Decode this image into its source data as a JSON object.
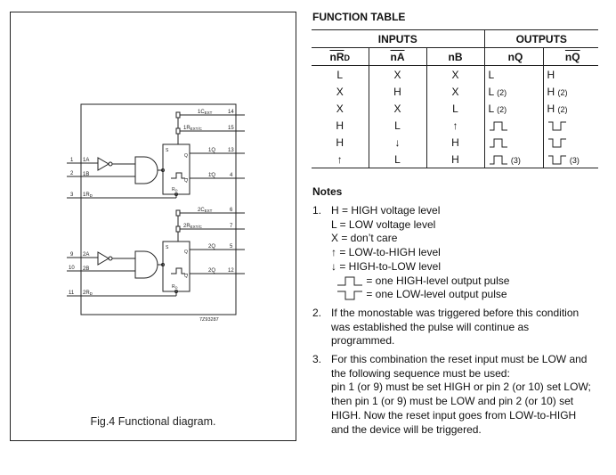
{
  "figure": {
    "caption": "Fig.4 Functional diagram.",
    "code": "7Z93287",
    "pins": {
      "p14": "14",
      "p15": "15",
      "p13": "13",
      "p4": "4",
      "p1": "1",
      "p2": "2",
      "p3": "3",
      "p6": "6",
      "p7": "7",
      "p5": "5",
      "p12": "12",
      "p9": "9",
      "p10": "10",
      "p11": "11"
    },
    "labels": {
      "cext1": "1C",
      "cext_sub": "EXT",
      "rext1": "1R",
      "rcext_sub": "EXT/C",
      "q1": "1Q",
      "qbar1": "1Q",
      "a1": "1A",
      "b1": "1B",
      "rd1": "1R",
      "d_sub": "D",
      "cext2": "2C",
      "rext2": "2R",
      "q2": "2Q",
      "qbar2": "2Q",
      "a2": "2A",
      "b2": "2B",
      "rd2": "2R",
      "s": "S",
      "q": "Q",
      "qb": "Q",
      "rd": "R"
    }
  },
  "function_table": {
    "title": "FUNCTION TABLE",
    "inputs_label": "INPUTS",
    "outputs_label": "OUTPUTS",
    "col_rd": "nR",
    "col_rd_sub": "D",
    "col_a": "nA",
    "col_b": "nB",
    "col_q": "nQ",
    "col_qbar": "nQ",
    "rows": [
      {
        "rd": "L",
        "a": "X",
        "b": "X",
        "q": "L",
        "q_note": "",
        "qbar": "H",
        "qbar_note": ""
      },
      {
        "rd": "X",
        "a": "H",
        "b": "X",
        "q": "L",
        "q_note": "(2)",
        "qbar": "H",
        "qbar_note": "(2)"
      },
      {
        "rd": "X",
        "a": "X",
        "b": "L",
        "q": "L",
        "q_note": "(2)",
        "qbar": "H",
        "qbar_note": "(2)"
      },
      {
        "rd": "H",
        "a": "L",
        "b": "↑",
        "q": "",
        "q_note": "",
        "qbar": "",
        "qbar_note": ""
      },
      {
        "rd": "H",
        "a": "↓",
        "b": "H",
        "q": "",
        "q_note": "",
        "qbar": "",
        "qbar_note": ""
      },
      {
        "rd": "↑",
        "a": "L",
        "b": "H",
        "q": "",
        "q_note": "(3)",
        "qbar": "",
        "qbar_note": "(3)"
      }
    ]
  },
  "notes": {
    "title": "Notes",
    "n1_num": "1.",
    "n1_lines": [
      "H = HIGH voltage level",
      "L = LOW voltage level",
      "X =  don’t care",
      "↑ = LOW-to-HIGH level",
      "↓ = HIGH-to-LOW level"
    ],
    "n1_pulse_high": "= one HIGH-level output pulse",
    "n1_pulse_low": "= one LOW-level output pulse",
    "n2_num": "2.",
    "n2_lines": [
      "If the monostable was triggered before this condition",
      "was established the pulse will continue as",
      "programmed."
    ],
    "n3_num": "3.",
    "n3_lines": [
      "For this combination the reset input must be LOW and",
      "the following sequence must be used:",
      "pin 1 (or 9) must be set HIGH or pin 2 (or 10) set LOW;",
      "then pin 1 (or 9) must be LOW and pin 2 (or 10) set",
      "HIGH. Now the reset input goes from LOW-to-HIGH",
      "and the device will be triggered."
    ]
  }
}
